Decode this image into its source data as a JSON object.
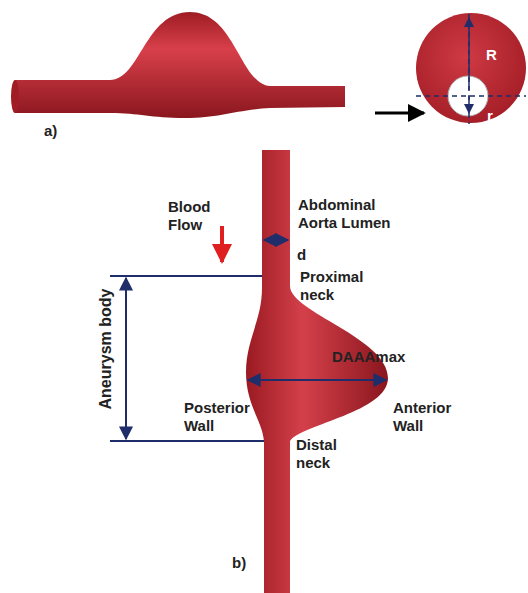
{
  "diagram": {
    "labels": [
      "a)",
      "R",
      "r",
      "Blood Flow",
      "Abdominal Aorta Lumen",
      "d",
      "Proximal neck",
      "Aneurysm body",
      "DAAAmax",
      "Posterior Wall",
      "Anterior Wall",
      "Distal neck",
      "b)"
    ]
  }
}
